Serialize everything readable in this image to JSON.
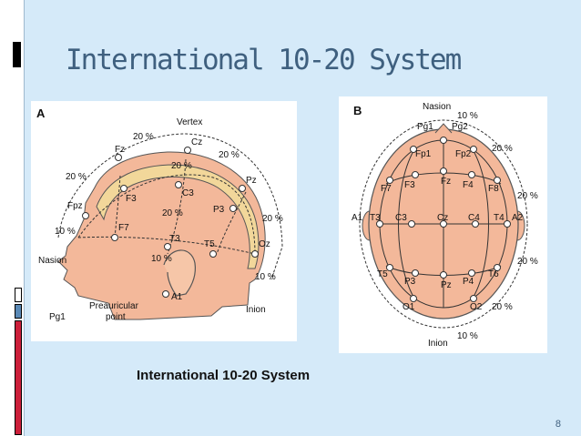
{
  "slide": {
    "title": "International 10-20 System",
    "caption": "International 10-20 System",
    "page_number": "8"
  },
  "figure_a": {
    "panel_label": "A",
    "labels": {
      "vertex": "Vertex",
      "nasion": "Nasion",
      "inion": "Inion",
      "preauricular": "Preauricular",
      "point": "point",
      "pg1": "Pg1",
      "a1": "A1",
      "fz": "Fz",
      "cz": "Cz",
      "pz": "Pz",
      "fpz": "Fpz",
      "f3": "F3",
      "c3": "C3",
      "p3": "P3",
      "f7": "F7",
      "t3": "T3",
      "t5": "T5",
      "oz": "Oz",
      "pct_20a": "20 %",
      "pct_20b": "20 %",
      "pct_20c": "20 %",
      "pct_20d": "20 %",
      "pct_20e": "20 %",
      "pct_20f": "20 %",
      "pct_10a": "10 %",
      "pct_10b": "10 %",
      "pct_10c": "10 %"
    }
  },
  "figure_b": {
    "panel_label": "B",
    "labels": {
      "nasion": "Nasion",
      "inion": "Inion",
      "fp1": "Fp1",
      "fp2": "Fp2",
      "f7": "F7",
      "f3": "F3",
      "fz": "Fz",
      "f4": "F4",
      "f8": "F8",
      "a1": "A1",
      "a2": "A2",
      "t3": "T3",
      "c3": "C3",
      "cz": "Cz",
      "c4": "C4",
      "t4": "T4",
      "t5": "T5",
      "p3": "P3",
      "pz": "Pz",
      "p4": "P4",
      "t6": "T6",
      "o1": "O1",
      "o2": "O2",
      "pg1": "Pg1",
      "pg2": "Pg2",
      "pct_10a": "10 %",
      "pct_10b": "10 %",
      "pct_20a": "20 %",
      "pct_20b": "20 %",
      "pct_20c": "20 %",
      "pct_20d": "20 %"
    }
  },
  "colors": {
    "background": "#d5eaf9",
    "title": "#3f607f",
    "skin": "#f3b89a",
    "scalp": "#f7c8ac",
    "cortex": "#f2d79a"
  }
}
